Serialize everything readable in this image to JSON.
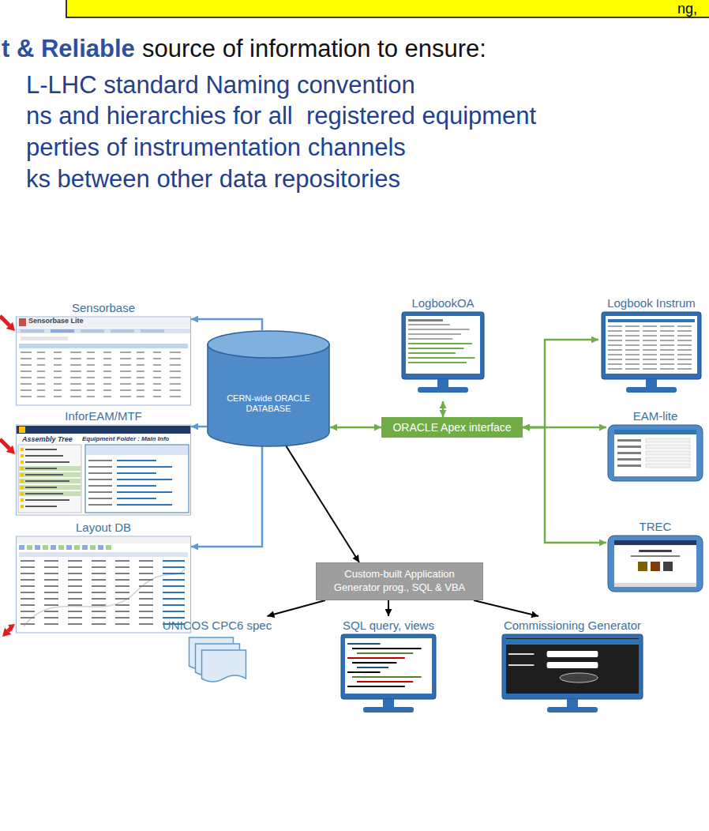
{
  "diagram": {
    "nodes": [
      {
        "text": [
          "Sensorbase"
        ]
      },
      {
        "text": [
          "InforEAM/MTF"
        ]
      },
      {
        "text": [
          "Layout DB"
        ]
      },
      {
        "text": [
          "CERN-wide ORACLE DATABASE"
        ]
      },
      {
        "text": [
          "LogbookOA"
        ]
      },
      {
        "text": [
          "Logbook Instrum"
        ]
      },
      {
        "text": [
          "ORACLE Apex interface"
        ]
      },
      {
        "text": [
          "EAM-lite"
        ]
      },
      {
        "text": [
          "TREC"
        ]
      },
      {
        "text": [
          "Custom-built Application Generator prog., SQL & VBA"
        ]
      },
      {
        "text": [
          "UNICOS CPC6 spec"
        ]
      },
      {
        "text": [
          "SQL query, views"
        ]
      },
      {
        "text": [
          "Commissioning Generator"
        ]
      }
    ],
    "edges": [
      {
        "from": 3,
        "to": 0,
        "arrow": "to"
      },
      {
        "from": 3,
        "to": 1,
        "arrow": "to"
      },
      {
        "from": 3,
        "to": 2,
        "arrow": "to"
      },
      {
        "from": 3,
        "to": 6,
        "arrow": "both"
      },
      {
        "from": 6,
        "to": 4,
        "arrow": "both"
      },
      {
        "from": 6,
        "to": 5,
        "arrow": "both"
      },
      {
        "from": 6,
        "to": 7,
        "arrow": "both"
      },
      {
        "from": 6,
        "to": 8,
        "arrow": "both"
      },
      {
        "from": 3,
        "to": 9,
        "arrow": "to"
      },
      {
        "from": 9,
        "to": 10,
        "arrow": "to"
      },
      {
        "from": 9,
        "to": 11,
        "arrow": "to"
      },
      {
        "from": 9,
        "to": 12,
        "arrow": "to"
      }
    ],
    "labels": [
      "ng,",
      "t & Reliable",
      "source of information to ensure:",
      "L-LHC standard Naming convention",
      "ns and hierarchies for all  registered equipment",
      "perties of instrumentation channels",
      "ks between other data repositories",
      "Sensorbase Lite",
      "Assembly Tree",
      "Equipment Folder : Main Info"
    ]
  }
}
